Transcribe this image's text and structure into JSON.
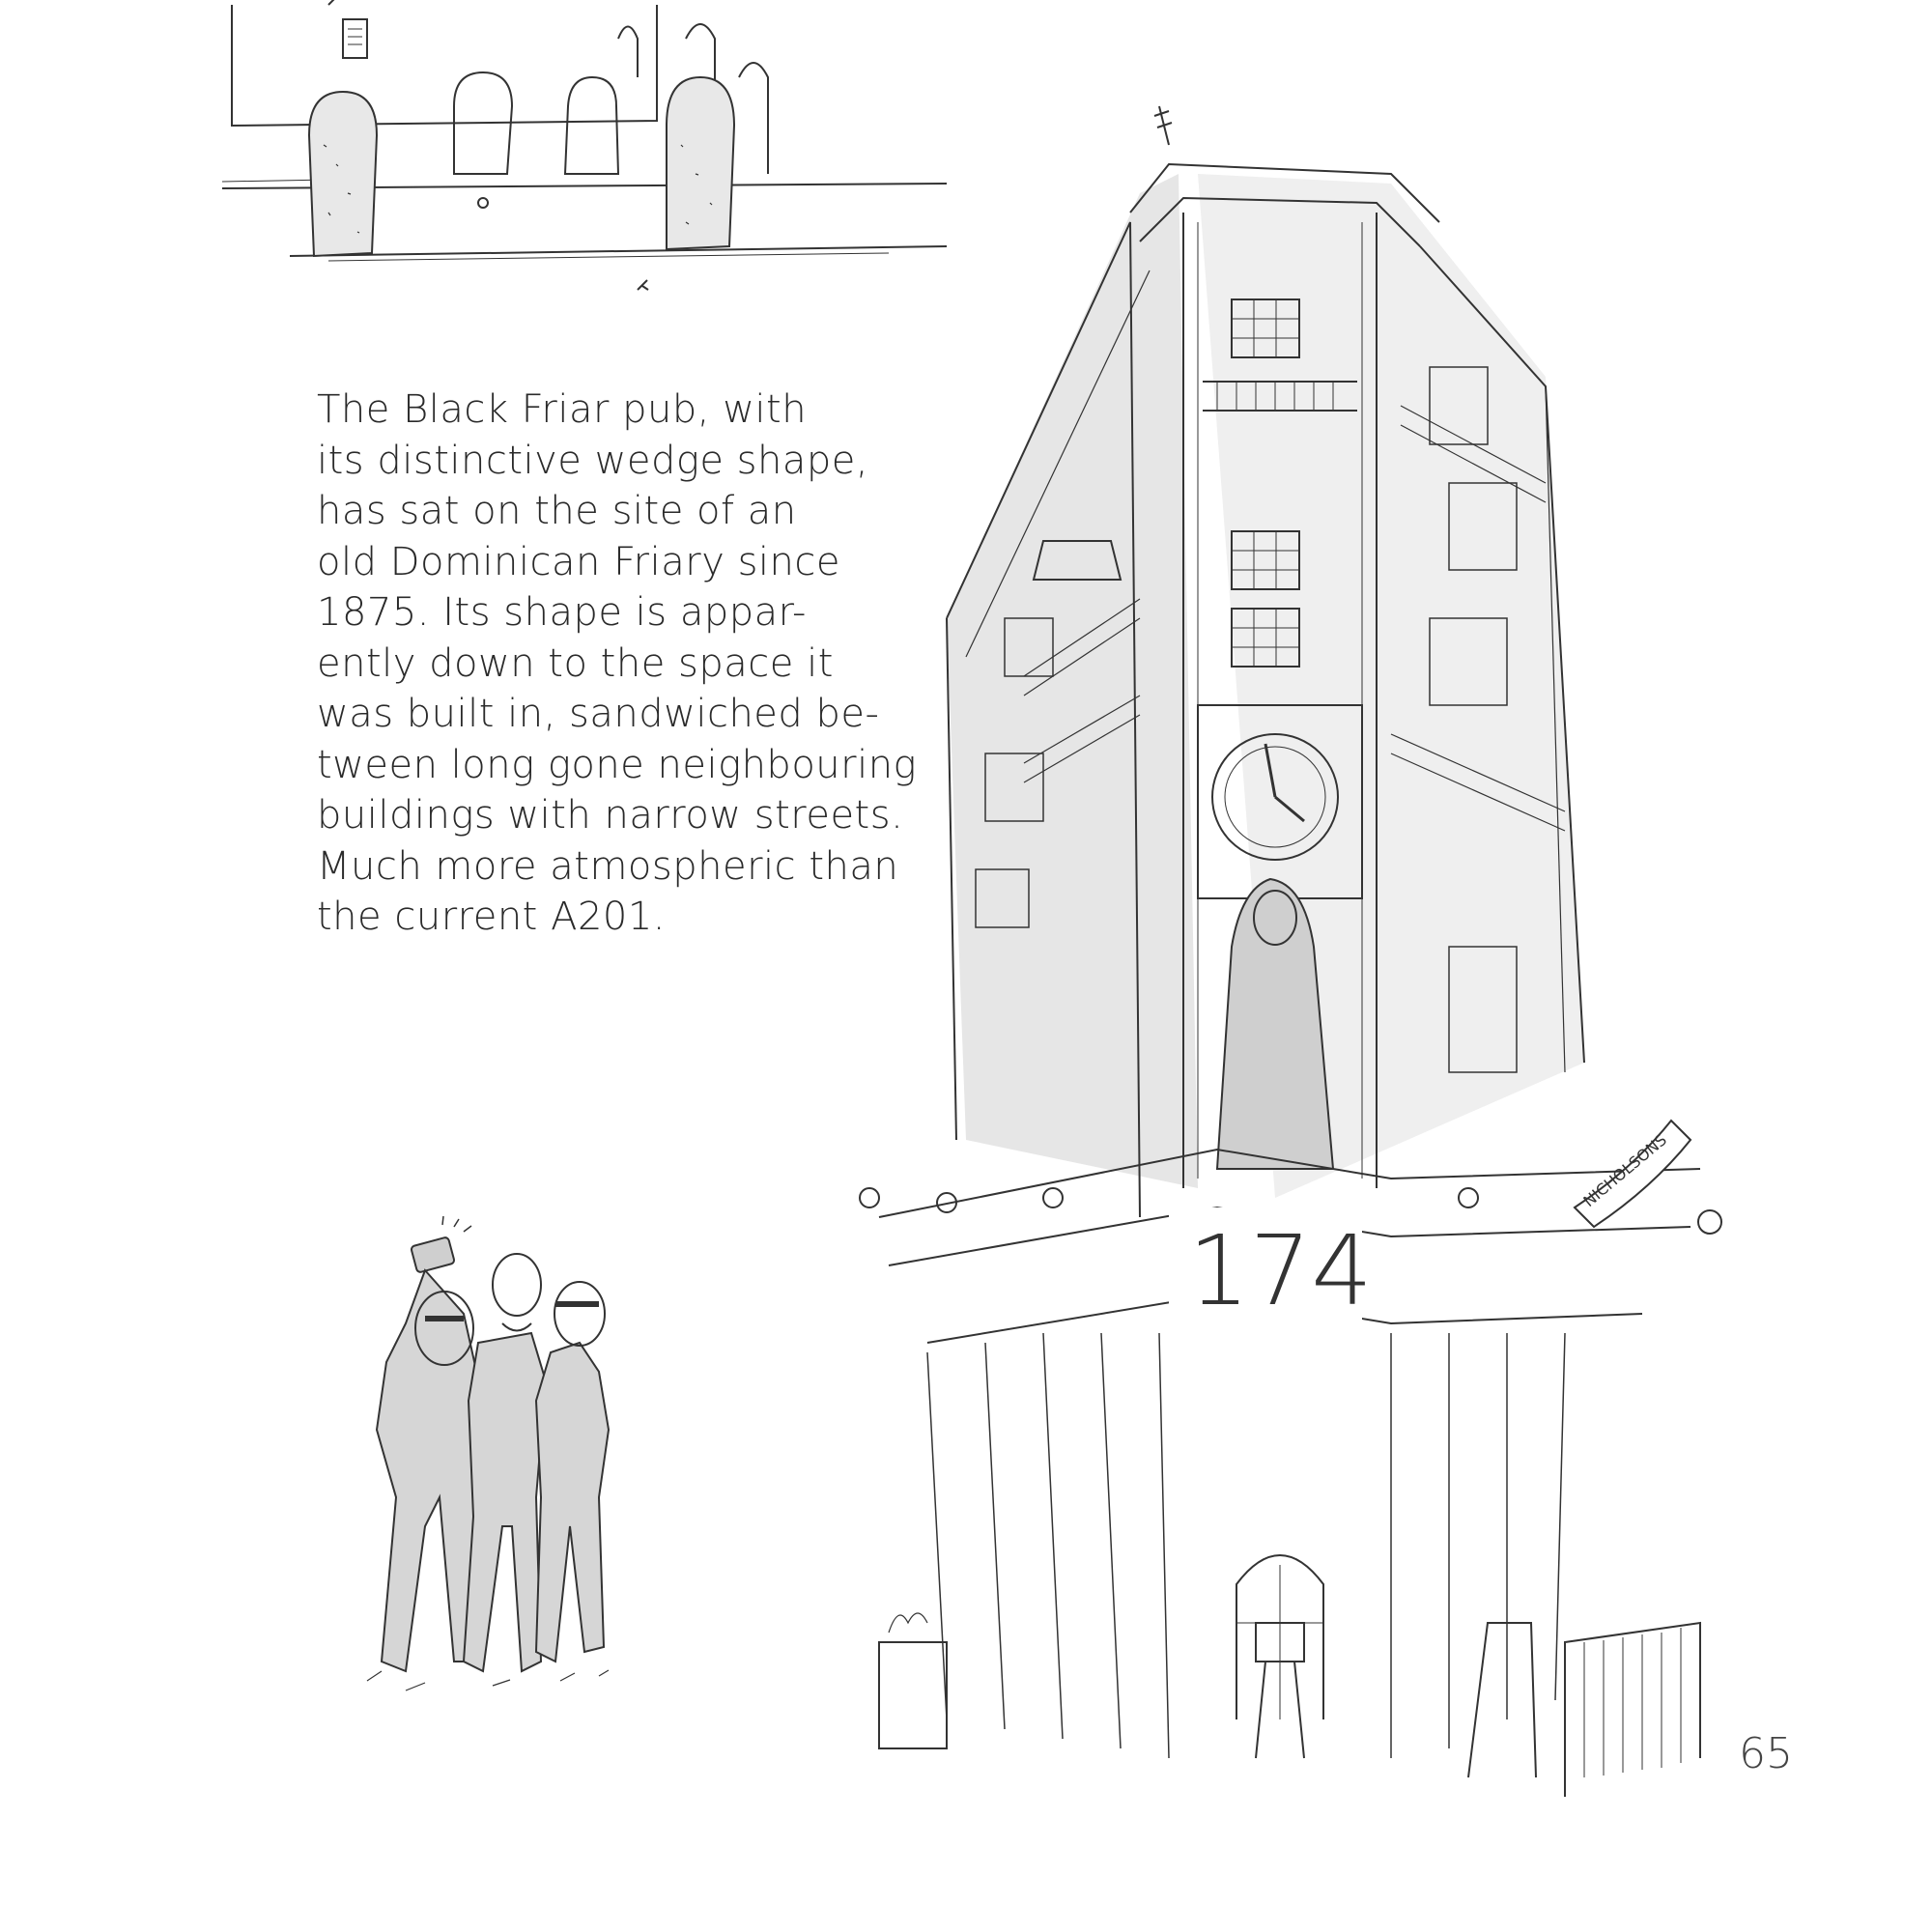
{
  "caption": {
    "lines": [
      "The Black Friar pub, with",
      "its distinctive wedge shape,",
      "has sat on the site of an",
      "old Dominican Friary since",
      "1875. Its shape is appar-",
      "ently down to the space it",
      "was built in, sandwiched be-",
      "tween long gone neighbouring",
      "buildings with narrow streets.",
      "Much more atmospheric than",
      "the current A201."
    ]
  },
  "illustrations": {
    "pub_signage": {
      "number": "174",
      "banner": "NICHOLSONS"
    }
  },
  "page_number": "65",
  "colors": {
    "ink": "#2b2b2b",
    "wash": "#d6d6d6",
    "paper": "#ffffff"
  }
}
